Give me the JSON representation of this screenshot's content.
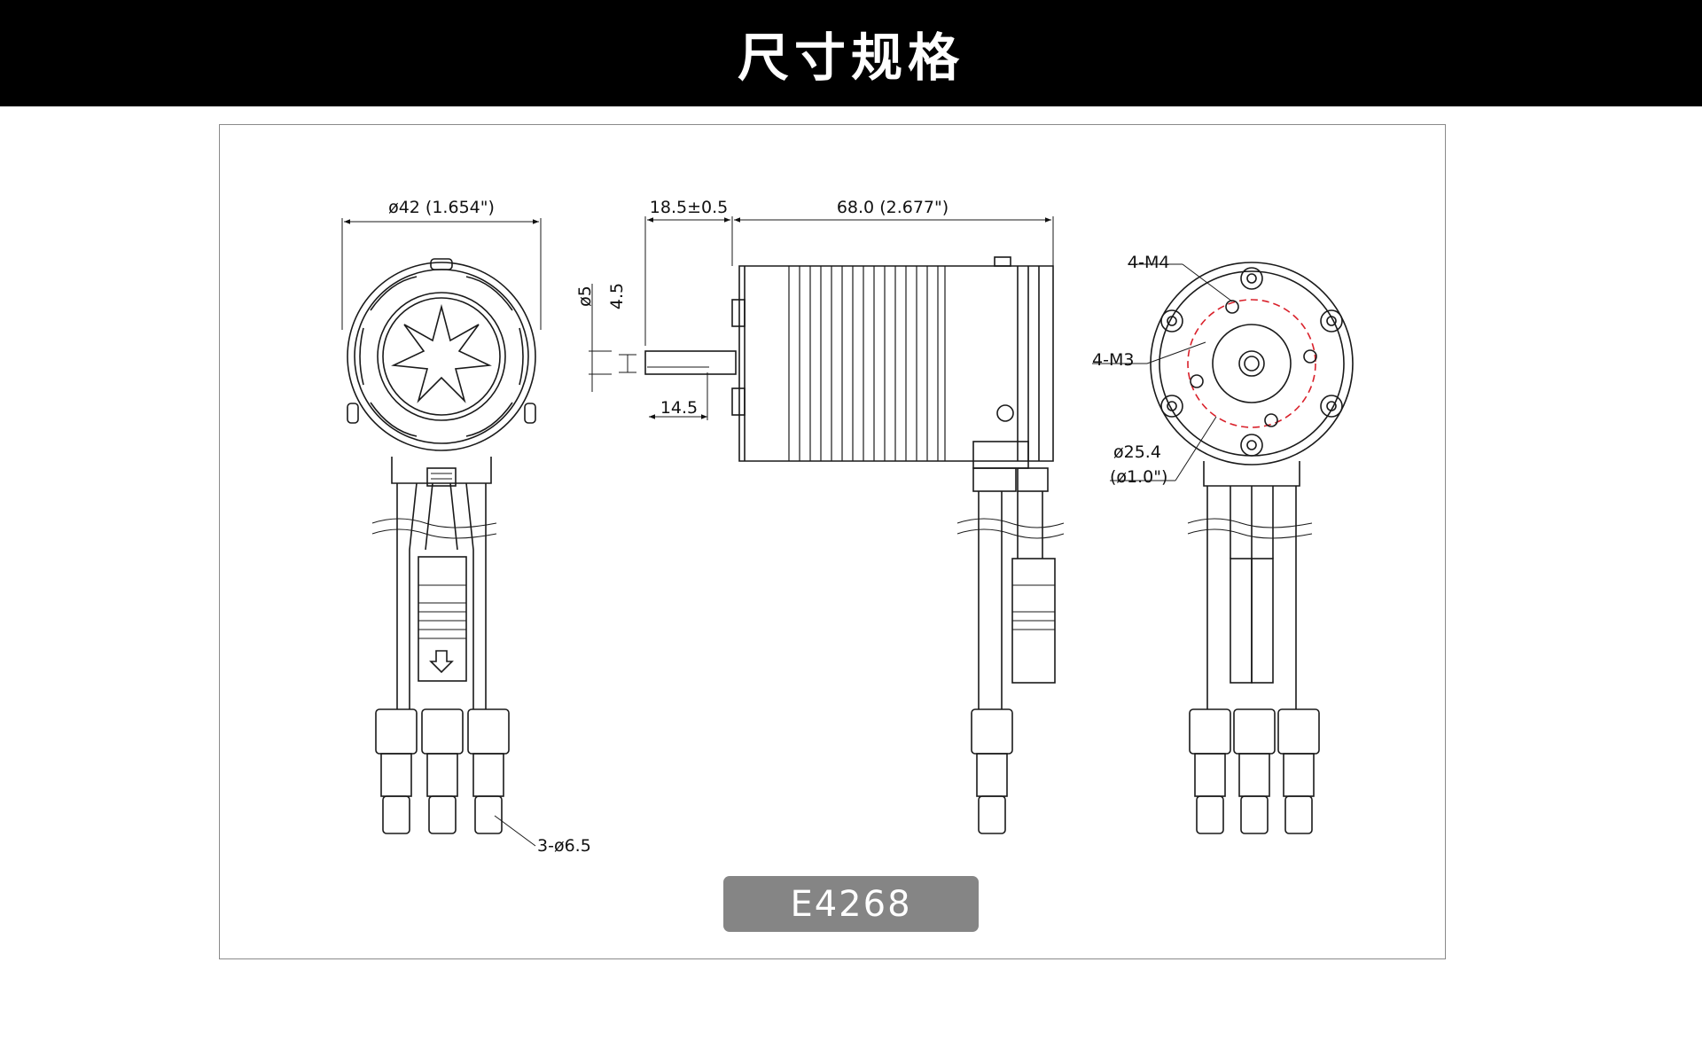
{
  "header": {
    "title": "尺寸规格"
  },
  "dimensions": {
    "diameter": "ø42 (1.654\")",
    "shaft_length": "18.5±0.5",
    "body_length": "68.0 (2.677\")",
    "shaft_diameter": "ø5",
    "shaft_flat": "4.5",
    "flat_length": "14.5",
    "m4_holes": "4-M4",
    "m3_holes": "4-M3",
    "bolt_circle_mm": "ø25.4",
    "bolt_circle_in": "(ø1.0\")",
    "connectors": "3-ø6.5"
  },
  "model": {
    "name": "E4268"
  },
  "colors": {
    "header_bg": "#000000",
    "line": "#1a1a1a",
    "bolt_circle": "#d9202a",
    "badge_bg": "#858585"
  }
}
